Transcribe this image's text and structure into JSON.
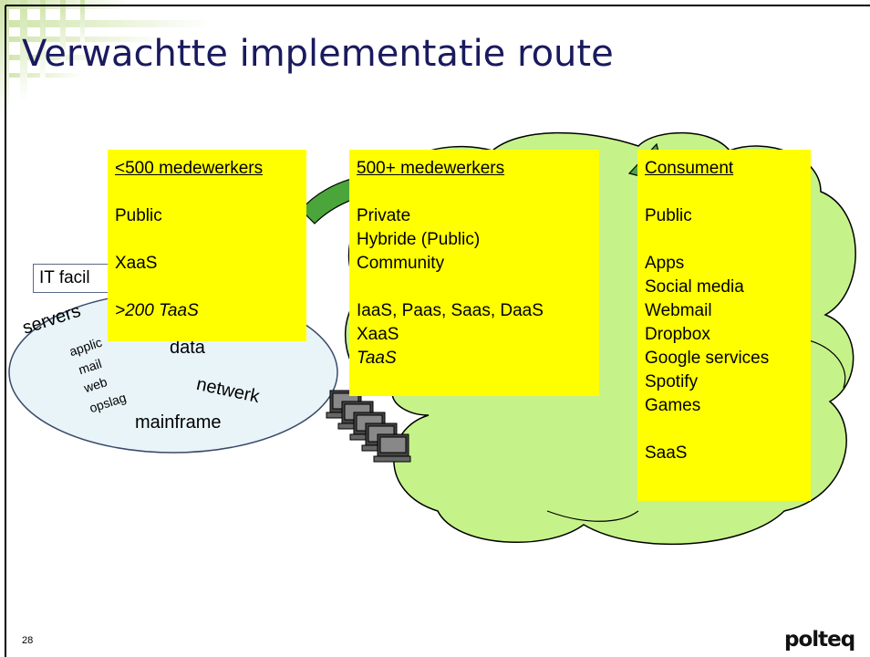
{
  "title": "Verwachtte implementatie route",
  "page_number": "28",
  "logo_text": "polteq",
  "it_label": "IT facil",
  "ellipse_words": {
    "servers": "servers",
    "applic": "applic",
    "data": "data",
    "mail": "mail",
    "web": "web",
    "opslag": "opslag",
    "netwerk": "netwerk",
    "mainframe": "mainframe"
  },
  "boxes": [
    {
      "heading": "<500 medewerkers",
      "lines": [
        "Public",
        "",
        "XaaS",
        "",
        ">200 TaaS"
      ]
    },
    {
      "heading": "500+ medewerkers",
      "lines": [
        "Private",
        "Hybride (Public)",
        "Community",
        "",
        "IaaS, Paas, Saas, DaaS",
        "XaaS",
        "TaaS"
      ]
    },
    {
      "heading": "Consument",
      "lines": [
        "Public",
        "",
        "Apps",
        "Social media",
        "Webmail",
        "Dropbox",
        "Google services",
        "Spotify",
        "Games",
        "",
        "SaaS"
      ]
    }
  ],
  "icons": [
    "computer-stack-icon",
    "cloud-shape",
    "arrow-shape"
  ]
}
